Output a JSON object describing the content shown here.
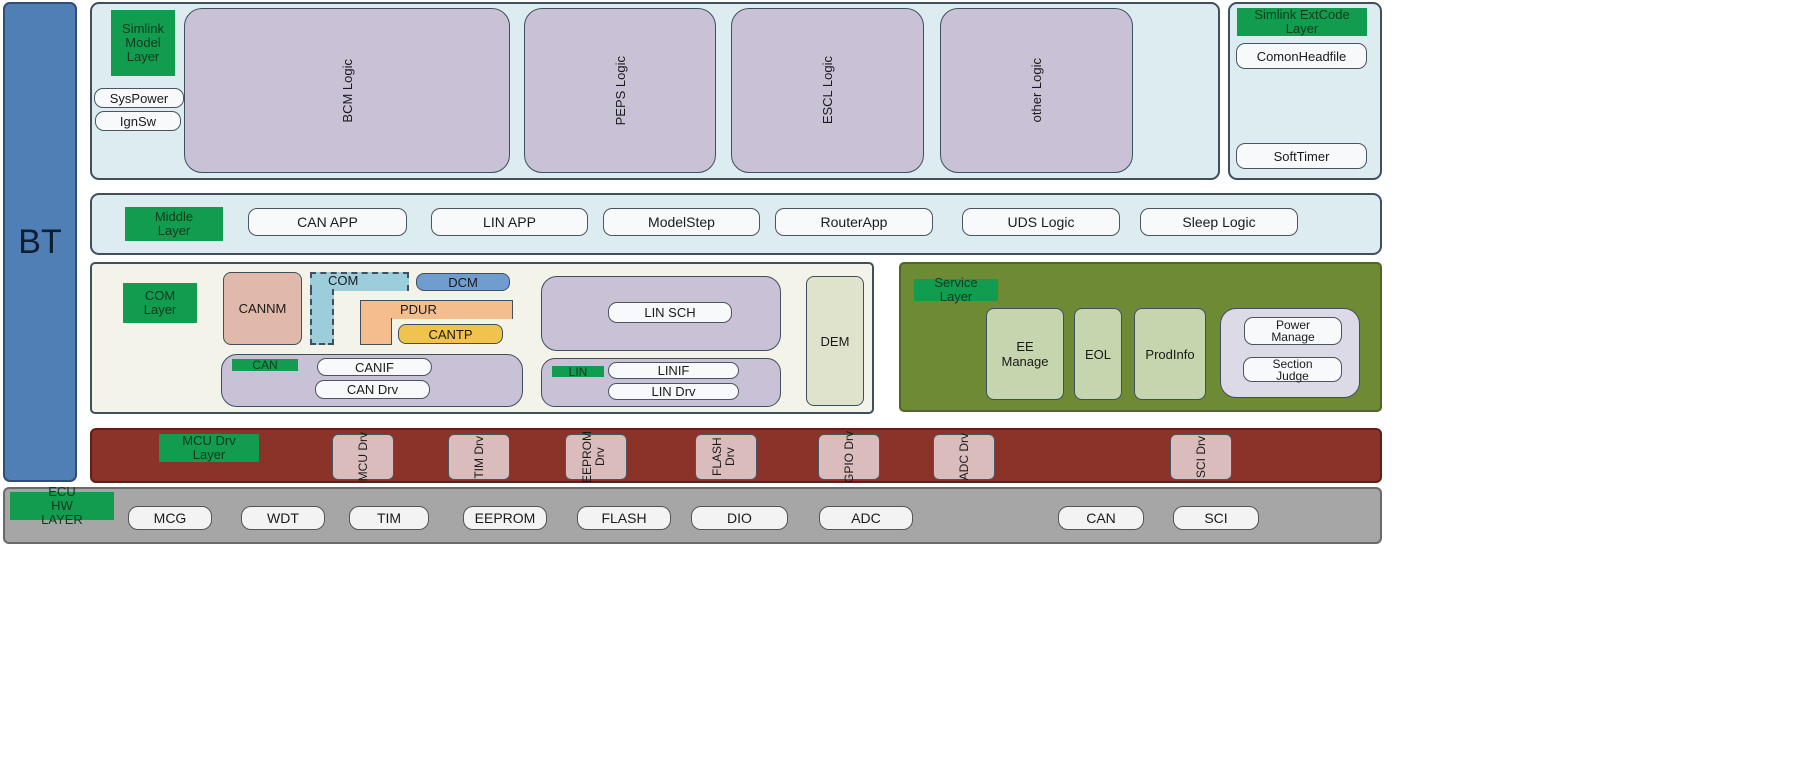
{
  "bt_label": "BT",
  "simlink_model": {
    "layer_label": "Simlink Model Layer",
    "side_items": [
      "SysPower",
      "IgnSw"
    ],
    "logic_blocks": [
      "BCM Logic",
      "PEPS Logic",
      "ESCL Logic",
      "other Logic"
    ]
  },
  "simlink_extcode": {
    "layer_label": "Simlink ExtCode Layer",
    "items": [
      "ComonHeadfile",
      "SoftTimer"
    ]
  },
  "middle": {
    "layer_label": "Middle Layer",
    "items": [
      "CAN APP",
      "LIN APP",
      "ModelStep",
      "RouterApp",
      "UDS Logic",
      "Sleep Logic"
    ]
  },
  "com": {
    "layer_label": "COM Layer",
    "cannm": "CANNM",
    "com": "COM",
    "dcm": "DCM",
    "pdur": "PDUR",
    "cantp": "CANTP",
    "can_tag": "CAN",
    "canif": "CANIF",
    "can_drv": "CAN Drv",
    "lin_sch": "LIN SCH",
    "lin_tag": "LIN",
    "linif": "LINIF",
    "lin_drv": "LIN Drv",
    "dem": "DEM"
  },
  "service": {
    "layer_label": "Service Layer",
    "ee_manage": "EE Manage",
    "eol": "EOL",
    "prodinfo": "ProdInfo",
    "power_manage": "Power Manage",
    "section_judge": "Section Judge"
  },
  "mcu_drv": {
    "layer_label": "MCU Drv Layer",
    "drivers": [
      "MCU Drv",
      "TIM Drv",
      "EEPROM Drv",
      "FLASH Drv",
      "GPIO Drv",
      "ADC Drv",
      "SCI Drv"
    ]
  },
  "ecu_hw": {
    "layer_label": "ECU HW LAYER",
    "items": [
      "MCG",
      "WDT",
      "TIM",
      "EEPROM",
      "FLASH",
      "DIO",
      "ADC",
      "CAN",
      "SCI"
    ]
  },
  "colors": {
    "bt": "#4f7fb5",
    "layer_light": "#dcecf0",
    "com_bg": "#f3f3ea",
    "service_bg": "#6e8a34",
    "mcu_bg": "#8b3328",
    "hw_bg": "#a6a6a6",
    "label_green": "#129c4f"
  }
}
